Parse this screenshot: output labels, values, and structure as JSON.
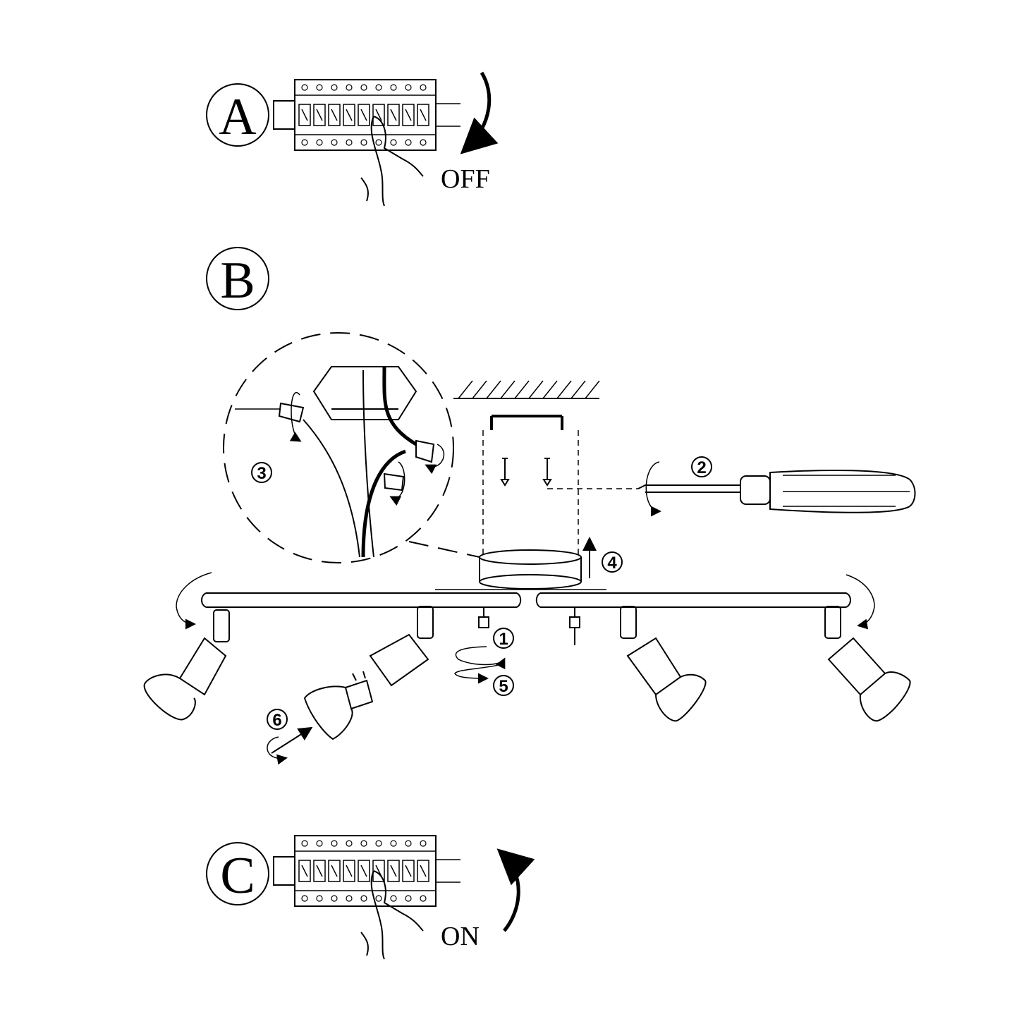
{
  "steps": {
    "a": {
      "letter": "A",
      "caption": "OFF"
    },
    "b": {
      "letter": "B"
    },
    "c": {
      "letter": "C",
      "caption": "ON"
    }
  },
  "numbers": {
    "n1": "1",
    "n2": "2",
    "n3": "3",
    "n4": "4",
    "n5": "5",
    "n6": "6"
  },
  "colors": {
    "ink": "#000000",
    "paper": "#ffffff"
  },
  "icons": [
    "breaker-panel-icon",
    "hand-icon",
    "screwdriver-icon",
    "spotlight-icon",
    "gu10-bulb-icon",
    "wire-connector-icon",
    "rotate-arrow-icon"
  ]
}
